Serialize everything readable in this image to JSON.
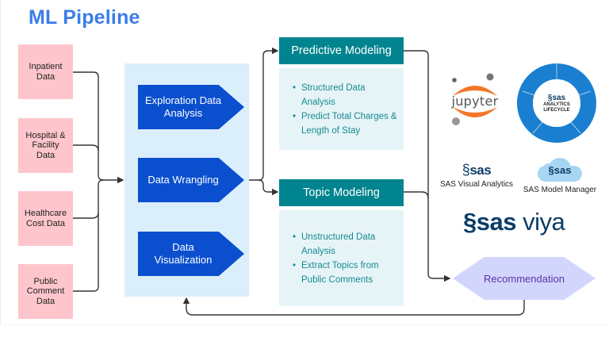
{
  "title": "ML Pipeline",
  "colors": {
    "title": "#3b7de8",
    "source_fill": "#fec6cc",
    "stage_panel": "#dbeefc",
    "stage_fill": "#0b4fcf",
    "model_header": "#00848f",
    "model_body": "#e6f4f7",
    "model_text": "#158a93",
    "recommendation_fill": "#d2d5fc",
    "recommendation_text": "#5a34a6",
    "connector": "#333333"
  },
  "sources": [
    {
      "label": "Inpatient Data"
    },
    {
      "label": "Hospital & Facility Data"
    },
    {
      "label": "Healthcare Cost Data"
    },
    {
      "label": "Public Comment Data"
    }
  ],
  "stages": [
    {
      "label": "Exploration Data Analysis"
    },
    {
      "label": "Data Wrangling"
    },
    {
      "label": "Data Visualization"
    }
  ],
  "models": [
    {
      "title": "Predictive Modeling",
      "bullets": [
        "Structured Data Analysis",
        "Predict Total Charges & Length of Stay"
      ]
    },
    {
      "title": "Topic Modeling",
      "bullets": [
        "Unstructured Data Analysis",
        "Extract Topics from Public Comments"
      ]
    }
  ],
  "recommendation": {
    "label": "Recommendation"
  },
  "logos": {
    "jupyter": {
      "icon": "jupyter-logo",
      "text": "jupyter"
    },
    "sas_lifecycle": {
      "icon": "sas-analytics-lifecycle-logo",
      "brand": "sas",
      "line1": "ANALYTICS",
      "line2": "LIFECYCLE"
    },
    "sas_visual_analytics": {
      "icon": "sas-logo",
      "brand": "sas",
      "caption": "SAS Visual Analytics"
    },
    "sas_model_manager": {
      "icon": "sas-cloud-logo",
      "brand": "sas",
      "caption": "SAS Model Manager"
    },
    "sas_viya": {
      "icon": "sas-viya-logo",
      "brand": "sas",
      "product": "viya"
    }
  }
}
